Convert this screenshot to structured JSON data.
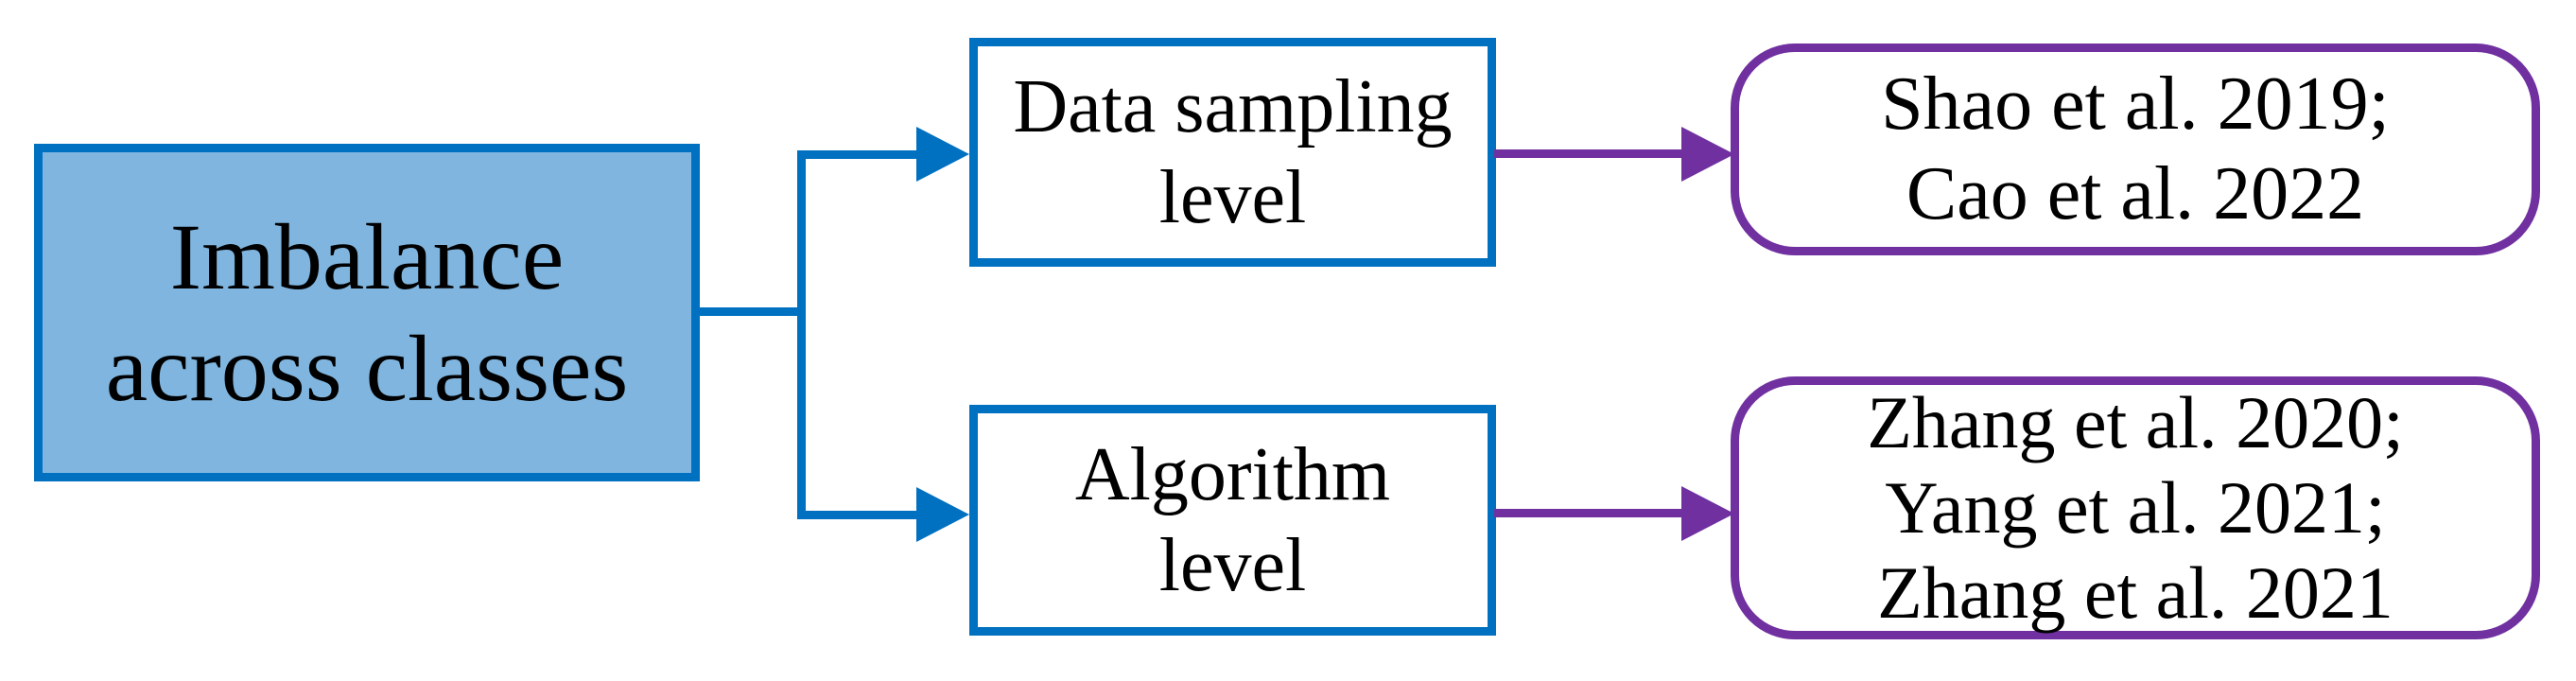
{
  "theme": {
    "blue": "#0070C0",
    "blue_fill": "#7FB5DF",
    "purple": "#7030A0",
    "text_color": "#000000",
    "background": "#FFFFFF"
  },
  "diagram": {
    "root": {
      "lines": [
        "Imbalance",
        "across classes"
      ]
    },
    "level_nodes": [
      {
        "lines": [
          "Data sampling",
          "level"
        ]
      },
      {
        "lines": [
          "Algorithm",
          "level"
        ]
      }
    ],
    "reference_nodes": [
      {
        "lines": [
          "Shao et al. 2019;",
          "Cao et al. 2022"
        ]
      },
      {
        "lines": [
          "Zhang et al. 2020;",
          "Yang et al. 2021;",
          "Zhang et al. 2021"
        ]
      }
    ]
  }
}
